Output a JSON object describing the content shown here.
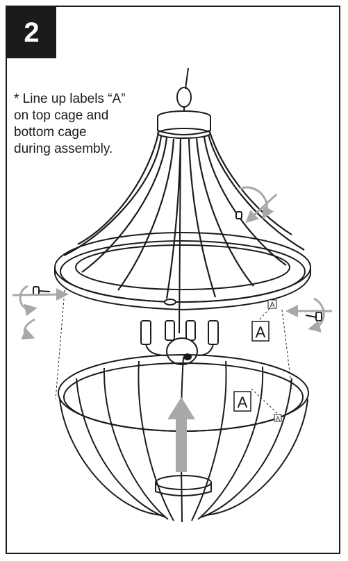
{
  "step": {
    "number": "2"
  },
  "note": {
    "lines": [
      "* Line up labels “A”",
      "on top cage and",
      "bottom cage",
      "during assembly."
    ]
  },
  "labels": {
    "top_small": "A",
    "top_large": "A",
    "bottom_large": "A",
    "bottom_small": "A"
  },
  "colors": {
    "ink": "#1b1b1b",
    "arrow": "#a8a8a8",
    "paper": "#ffffff"
  }
}
